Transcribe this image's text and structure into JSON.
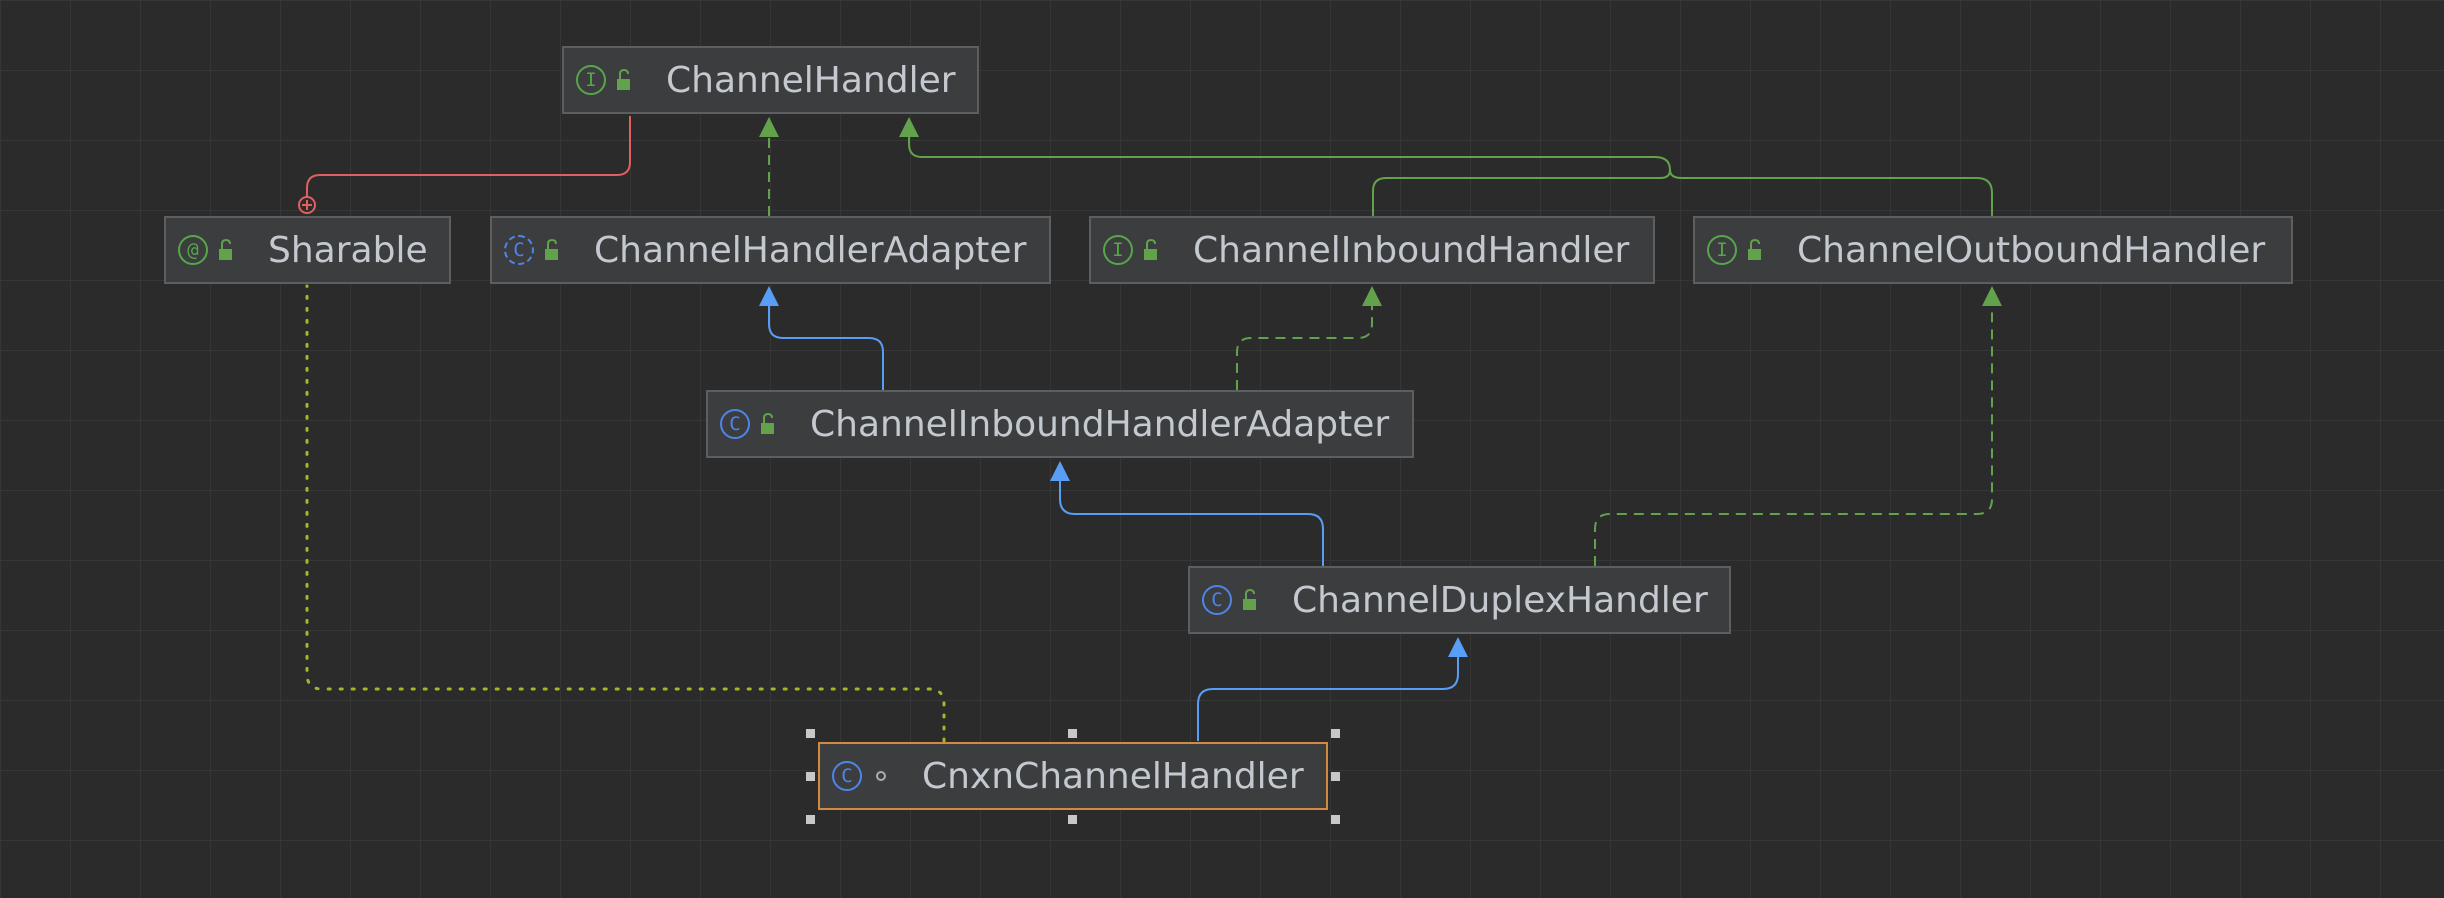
{
  "diagram": {
    "title": "UML class diagram",
    "nodes": [
      {
        "id": "channel-handler",
        "label": "ChannelHandler",
        "kind": "interface",
        "kind_letter": "I",
        "visibility": "public"
      },
      {
        "id": "sharable",
        "label": "Sharable",
        "kind": "annotation",
        "kind_letter": "@",
        "visibility": "public"
      },
      {
        "id": "channel-handler-adapter",
        "label": "ChannelHandlerAdapter",
        "kind": "abstract-class",
        "kind_letter": "C",
        "visibility": "public"
      },
      {
        "id": "channel-inbound-handler",
        "label": "ChannelInboundHandler",
        "kind": "interface",
        "kind_letter": "I",
        "visibility": "public"
      },
      {
        "id": "channel-outbound-handler",
        "label": "ChannelOutboundHandler",
        "kind": "interface",
        "kind_letter": "I",
        "visibility": "public"
      },
      {
        "id": "channel-inbound-handler-adapter",
        "label": "ChannelInboundHandlerAdapter",
        "kind": "class",
        "kind_letter": "C",
        "visibility": "public"
      },
      {
        "id": "channel-duplex-handler",
        "label": "ChannelDuplexHandler",
        "kind": "class",
        "kind_letter": "C",
        "visibility": "public"
      },
      {
        "id": "cnxn-channel-handler",
        "label": "CnxnChannelHandler",
        "kind": "class",
        "kind_letter": "C",
        "visibility": "package-private",
        "selected": true
      }
    ],
    "edges": [
      {
        "from": "sharable",
        "to": "channel-handler",
        "type": "inner-class"
      },
      {
        "from": "channel-handler-adapter",
        "to": "channel-handler",
        "type": "implements"
      },
      {
        "from": "channel-inbound-handler",
        "to": "channel-handler",
        "type": "extends-interface"
      },
      {
        "from": "channel-outbound-handler",
        "to": "channel-handler",
        "type": "extends-interface"
      },
      {
        "from": "channel-inbound-handler-adapter",
        "to": "channel-handler-adapter",
        "type": "extends"
      },
      {
        "from": "channel-inbound-handler-adapter",
        "to": "channel-inbound-handler",
        "type": "implements"
      },
      {
        "from": "channel-duplex-handler",
        "to": "channel-inbound-handler-adapter",
        "type": "extends"
      },
      {
        "from": "channel-duplex-handler",
        "to": "channel-outbound-handler",
        "type": "implements"
      },
      {
        "from": "cnxn-channel-handler",
        "to": "channel-duplex-handler",
        "type": "extends"
      },
      {
        "from": "cnxn-channel-handler",
        "to": "sharable",
        "type": "annotated-with"
      }
    ]
  },
  "colors": {
    "background": "#2b2b2b",
    "grid": "#363636",
    "node_fill": "#3b3d3f",
    "node_border": "#5c5f62",
    "selected_border": "#d18a3f",
    "text": "#c4c9cf",
    "extends_blue": "#589df6",
    "implements_green": "#62a24b",
    "inner_red": "#e0605f",
    "annotation_yellow": "#a8b52a"
  }
}
